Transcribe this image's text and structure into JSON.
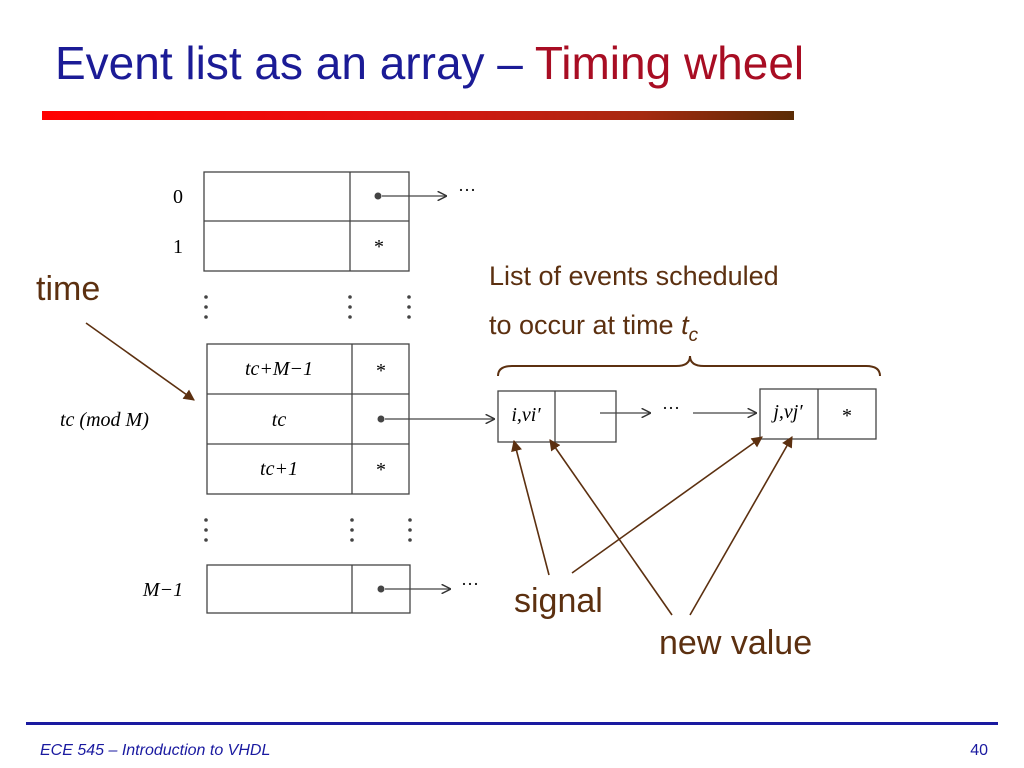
{
  "slide": {
    "title_main": "Event list as an array –",
    "title_accent": "Timing wheel",
    "footer": "ECE 545 – Introduction to VHDL",
    "page_number": "40"
  },
  "colors": {
    "title_blue": "#1b1b96",
    "title_red": "#a80d23",
    "annotation_brown": "#5c3010",
    "footer_blue": "#1a1aa0"
  },
  "diagram": {
    "row_index_0": "0",
    "row_index_1": "1",
    "row_index_last": "M−1",
    "row_tc_plus_M_minus_1": "tc+M−1",
    "row_tc": "tc",
    "row_tc_plus_1": "tc+1",
    "row_tc_mod_M": "tc (mod M)",
    "star": "*",
    "ellipsis": "···",
    "node1": "i,vi′",
    "node2": "j,vj′"
  },
  "annotations": {
    "time": "time",
    "list_caption_line1": "List of events scheduled",
    "list_caption_line2": "to occur at time",
    "list_caption_var": "t",
    "list_caption_sub": "c",
    "signal": "signal",
    "new_value": "new value"
  }
}
